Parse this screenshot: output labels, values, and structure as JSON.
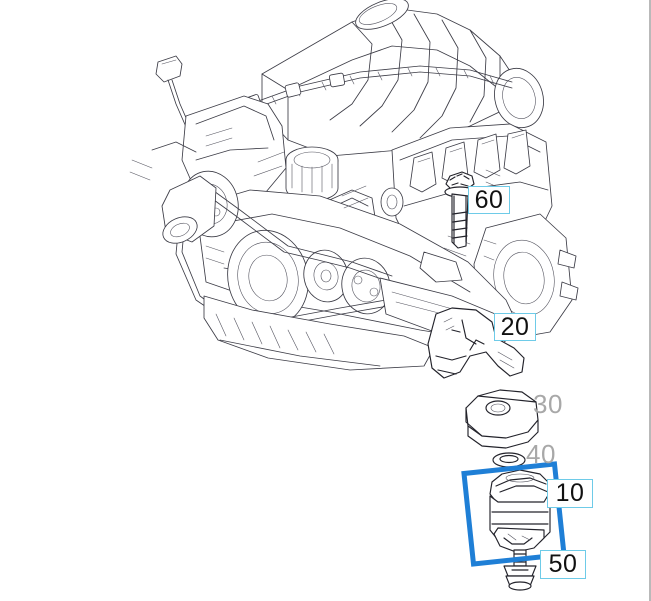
{
  "diagram": {
    "type": "exploded-parts-diagram",
    "subject": "Engine mount assembly on V6 engine",
    "background_color": "#ffffff",
    "line_color": "#3c3c46",
    "highlight_color": "#1f7fd6",
    "callout_border_color": "#6ecbe8",
    "callout_text_color": "#111111",
    "dim_text_color": "#a8a8a8"
  },
  "callouts": [
    {
      "id": "60",
      "label": "60",
      "style": "boxed",
      "part": "long-hex-bolt",
      "selected": false
    },
    {
      "id": "20",
      "label": "20",
      "style": "boxed",
      "part": "heat-shield-bracket",
      "selected": false
    },
    {
      "id": "30",
      "label": "30",
      "style": "plain",
      "part": "half-round-damper",
      "selected": false
    },
    {
      "id": "40",
      "label": "40",
      "style": "plain",
      "part": "o-ring-washer",
      "selected": false
    },
    {
      "id": "10",
      "label": "10",
      "style": "boxed",
      "part": "engine-mount",
      "selected": true
    },
    {
      "id": "50",
      "label": "50",
      "style": "boxed",
      "part": "flange-bolt",
      "selected": false
    }
  ],
  "highlight": {
    "target_callout": "10",
    "shape": "rotated-square",
    "rotation_deg": -6,
    "color": "#1f7fd6"
  }
}
